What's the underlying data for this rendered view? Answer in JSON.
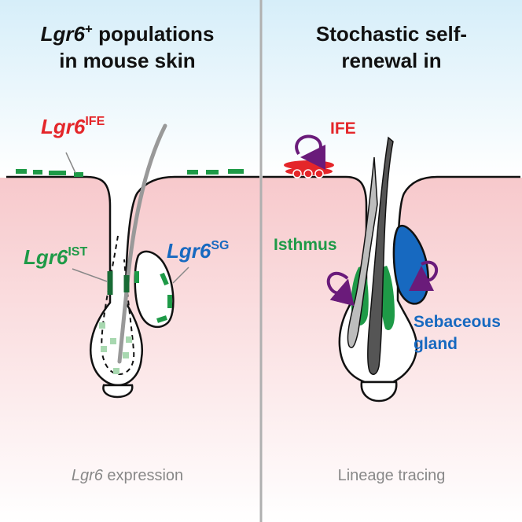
{
  "left_panel": {
    "title_gene": "Lgr6",
    "title_sup": "+",
    "title_line1_rest": " populations",
    "title_line2": "in mouse skin",
    "label_ife_gene": "Lgr6",
    "label_ife_sup": "IFE",
    "label_ist_gene": "Lgr6",
    "label_ist_sup": "IST",
    "label_sg_gene": "Lgr6",
    "label_sg_sup": "SG",
    "caption_gene": "Lgr6",
    "caption_rest": " expression"
  },
  "right_panel": {
    "title_line1": "Stochastic self-",
    "title_line2": "renewal in",
    "label_ife": "IFE",
    "label_isthmus": "Isthmus",
    "label_sg_line1": "Sebaceous",
    "label_sg_line2": "gland",
    "caption": "Lineage tracing"
  },
  "colors": {
    "ife_red": "#e4262a",
    "isthmus_green": "#1e9a47",
    "sebaceous_blue": "#1769c0",
    "self_renewal_arrow": "#6a1b7a",
    "sky_top": "#d6eef9",
    "dermis_pink": "#f7c9cc",
    "divider_gray": "#b0b0b0"
  },
  "icons": {
    "renewal_arrow": "circular-arrow-icon"
  }
}
